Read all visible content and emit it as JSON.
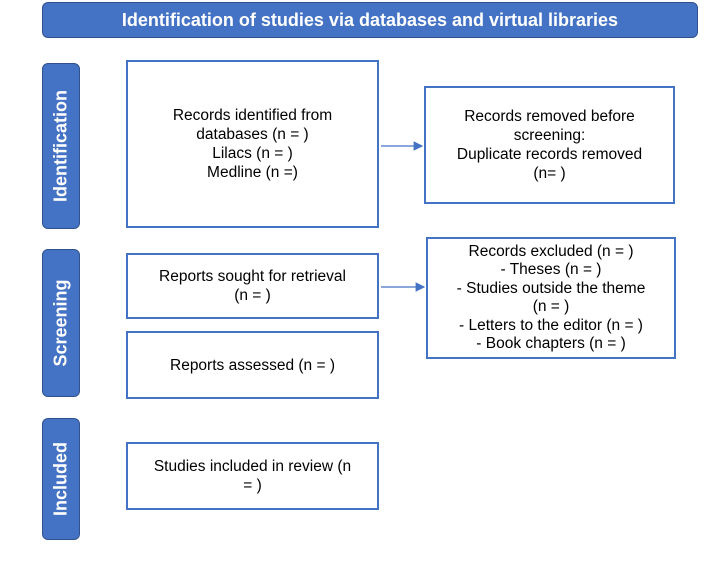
{
  "header": {
    "title": "Identification of studies via databases and virtual libraries"
  },
  "phases": [
    {
      "label": "Identification"
    },
    {
      "label": "Screening"
    },
    {
      "label": "Included"
    }
  ],
  "boxes": {
    "records_identified": {
      "lines": [
        "Records identified from",
        "databases (n = )",
        "Lilacs (n = )",
        "Medline (n =)"
      ]
    },
    "records_removed": {
      "lines": [
        "Records removed before",
        "screening:",
        "Duplicate records removed",
        "(n=  )"
      ]
    },
    "reports_sought": {
      "lines": [
        "Reports sought for retrieval",
        "(n = )"
      ]
    },
    "records_excluded": {
      "lines": [
        "Records excluded (n = )",
        "- Theses (n = )",
        "- Studies outside the theme",
        "(n = )",
        "- Letters to the editor (n = )",
        "- Book chapters (n = )"
      ]
    },
    "reports_assessed": {
      "lines": [
        "Reports assessed (n = )"
      ]
    },
    "studies_included": {
      "lines": [
        "Studies included in review (n",
        "= )"
      ]
    }
  },
  "colors": {
    "accent": "#4472c4",
    "accent_border": "#2f528f",
    "box_border": "#4472c4"
  }
}
